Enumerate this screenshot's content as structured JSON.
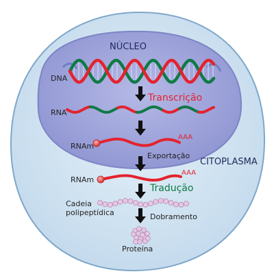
{
  "regions": {
    "nucleus": "NÚCLEO",
    "cytoplasm": "CITOPLASMA"
  },
  "molecules": {
    "dna": "DNA",
    "rna": "RNA",
    "mrna_nucleus": "RNAm",
    "mrna_cytoplasm": "RNAm",
    "poly_a_nucleus": "AAA",
    "poly_a_cytoplasm": "AAA",
    "polypeptide": "Cadeia\npolipeptídica",
    "protein": "Proteína"
  },
  "steps": {
    "transcription": "Transcrição",
    "export": "Exportação",
    "translation": "Tradução",
    "folding": "Dobramento"
  },
  "colors": {
    "cell_fill": "#cfe3f1",
    "cell_stroke": "#7fa7c9",
    "nucleus_fill": "#a3a9dc",
    "nucleus_stroke": "#7d84c4",
    "strand_red": "#e3232e",
    "strand_green": "#0f7a45",
    "strand_blue": "#3c5fa6",
    "transcription_text": "#e3232e",
    "translation_text": "#0f7a45",
    "poly_a_text": "#e3232e",
    "bead": "#e7c7e4",
    "bead_stroke": "#b38ab0"
  }
}
